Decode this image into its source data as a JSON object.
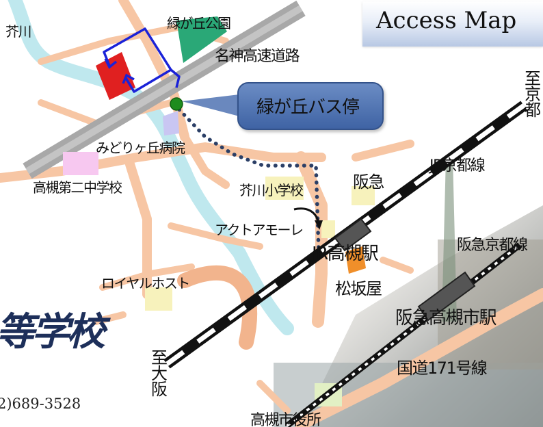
{
  "title": "Access Map",
  "callout": "緑が丘バス停",
  "labels": {
    "akutagawa": "芥川",
    "midorigaoka_park": "緑が丘公園",
    "meishin": "名神高速道路",
    "hospital": "みどりヶ丘病院",
    "junior_high": "高槻第二中学校",
    "akutagawa_elementary": "芥川小学校",
    "hankyu": "阪急",
    "jr_kyoto_line": "JR京都線",
    "actamore": "アクトアモーレ",
    "jr_takatsuki": "JR高槻駅",
    "hankyu_kyoto_line": "阪急京都線",
    "royal_host": "ロイヤルホスト",
    "matsuzakaya": "松坂屋",
    "hankyu_takatsuki": "阪急高槻市駅",
    "route171": "国道171号線",
    "city_hall": "高槻市役所",
    "to_kyoto": "至京都",
    "to_osaka": "至大阪",
    "school_fragment": "等学校",
    "phone_fragment": "2)689-3528"
  },
  "colors": {
    "road": "#f7c6a4",
    "river": "#bfe8ee",
    "expressway": "#a8a8a8",
    "park": "#2aa877",
    "hospital": "#c9c6f2",
    "school": "#f7c8f0",
    "shop": "#f7f2bc",
    "matsuzakaya": "#f08f2a",
    "destination": "#e02020",
    "route_arrow": "#1a22d8",
    "walk_dots": "#2b3f66",
    "bus_stop": "#1e8c1e",
    "railway": "#111111"
  }
}
